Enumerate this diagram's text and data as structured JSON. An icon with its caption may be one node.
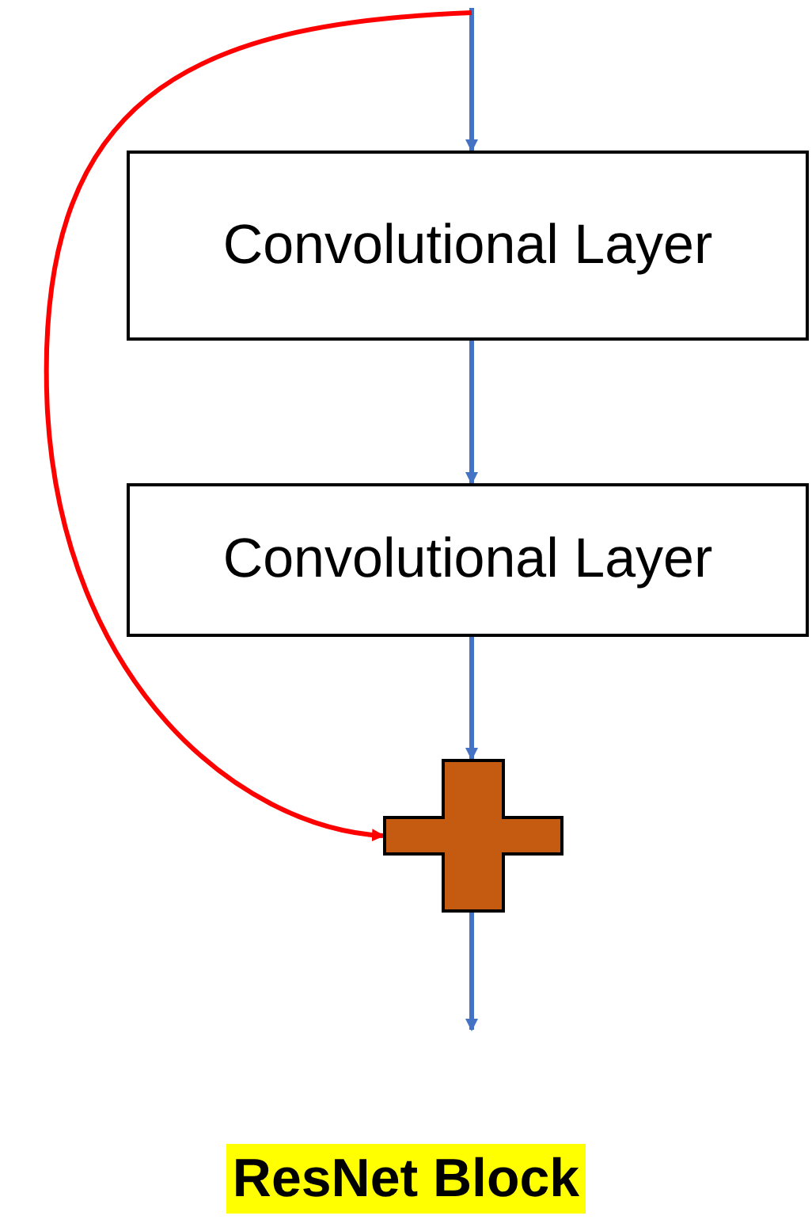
{
  "diagram": {
    "caption": "ResNet Block",
    "nodes": [
      {
        "text": [
          "Convolutional Layer"
        ]
      },
      {
        "text": [
          "Convolutional Layer"
        ]
      },
      {
        "text": [],
        "shape": "cross"
      }
    ],
    "edges": [
      {
        "from": null,
        "to": 0,
        "arrow": "to"
      },
      {
        "from": 0,
        "to": 1,
        "arrow": "to"
      },
      {
        "from": 1,
        "to": 2,
        "arrow": "to"
      },
      {
        "from": 2,
        "to": null,
        "arrow": "to"
      },
      {
        "from": null,
        "to": 2,
        "arrow": "to",
        "color": "#ff0000"
      }
    ]
  }
}
